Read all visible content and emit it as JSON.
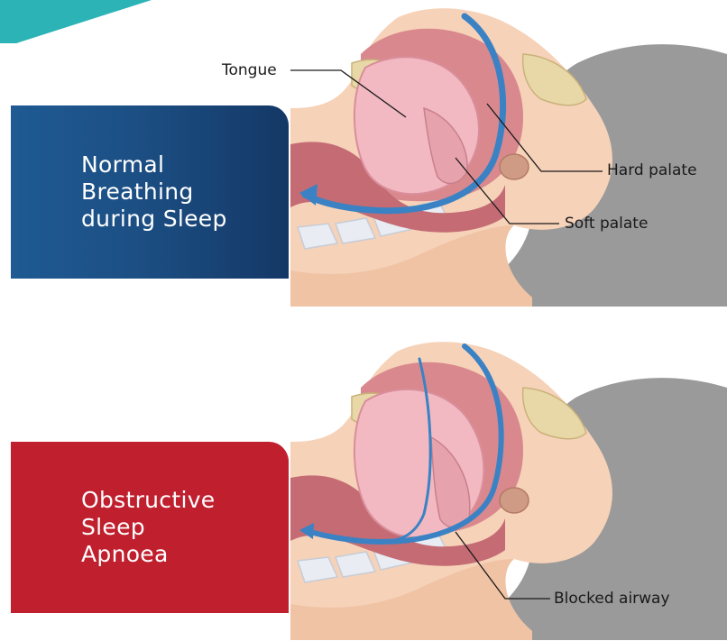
{
  "labels": {
    "normal": "Normal\nBreathing\nduring Sleep",
    "osa": "Obstructive\nSleep\nApnoea"
  },
  "callouts": {
    "tongue": "Tongue",
    "hard_palate": "Hard palate",
    "soft_palate": "Soft palate",
    "blocked_airway": "Blocked airway"
  },
  "colors": {
    "normal_box": "#1c4f84",
    "osa_box": "#c01f2e",
    "corner_accent": "#2bb3b6",
    "airflow_arrow": "#3b82c4",
    "pillow": "#9a9a9a",
    "skin": "#f6d2b8",
    "tissue": "#d9898e",
    "tongue": "#f2b9c2",
    "bone": "#e8d8a8"
  }
}
